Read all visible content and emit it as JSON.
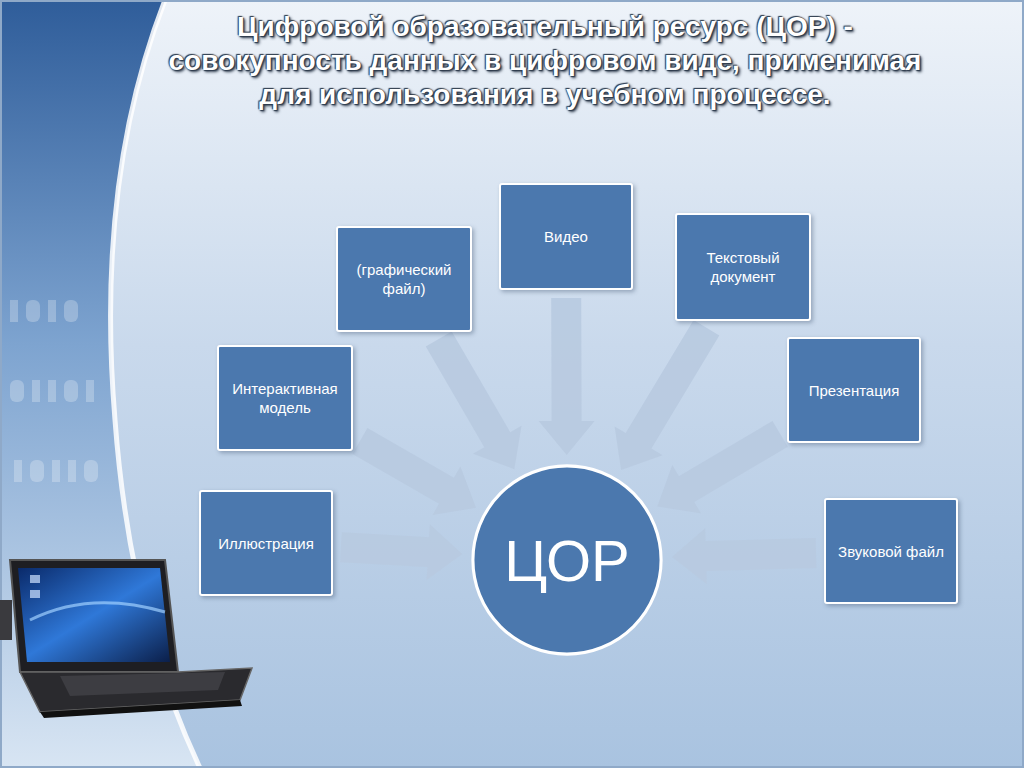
{
  "diagram": {
    "title": "Цифровой образовательный ресурс (ЦОР) - совокупность данных в цифровом виде, применимая для использования в учебном процессе.",
    "nodes": [
      {
        "text": [
          "Видео"
        ]
      },
      {
        "text": [
          "(графический файл)"
        ]
      },
      {
        "text": [
          "Текстовый документ"
        ]
      },
      {
        "text": [
          "Интерактивная модель"
        ]
      },
      {
        "text": [
          "Презентация"
        ]
      },
      {
        "text": [
          "Иллюстрация"
        ]
      },
      {
        "text": [
          "ЦОР"
        ]
      },
      {
        "text": [
          "Звуковой файл"
        ]
      }
    ],
    "edges": [
      {
        "from": 0,
        "to": 6,
        "arrow": "to"
      },
      {
        "from": 1,
        "to": 6,
        "arrow": "to"
      },
      {
        "from": 2,
        "to": 6,
        "arrow": "to"
      },
      {
        "from": 3,
        "to": 6,
        "arrow": "to"
      },
      {
        "from": 4,
        "to": 6,
        "arrow": "to"
      },
      {
        "from": 5,
        "to": 6,
        "arrow": "to"
      },
      {
        "from": 7,
        "to": 6,
        "arrow": "to"
      }
    ]
  }
}
